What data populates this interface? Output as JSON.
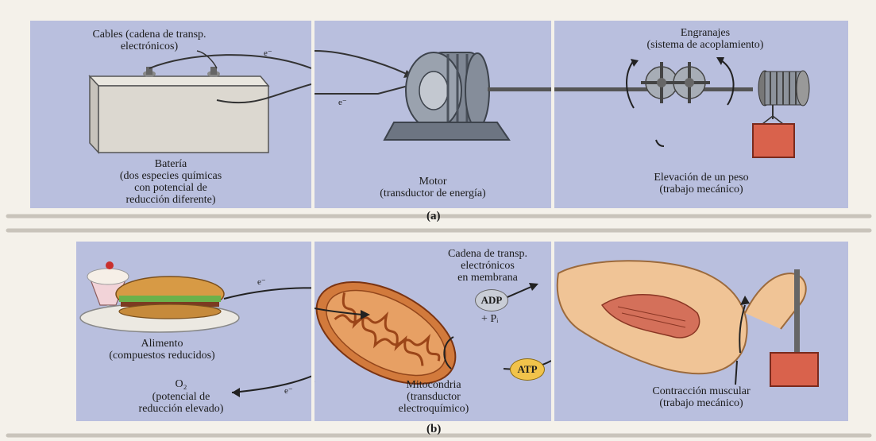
{
  "panel_a": {
    "caption": "(a)",
    "battery": {
      "cables_line1": "Cables (cadena de transp.",
      "cables_line2": "electrónicos)",
      "label_line1": "Batería",
      "label_line2": "(dos especies químicas",
      "label_line3": "con potencial de",
      "label_line4": "reducción diferente)"
    },
    "motor": {
      "label_line1": "Motor",
      "label_line2": "(transductor de energía)"
    },
    "gears": {
      "title_line1": "Engranajes",
      "title_line2": "(sistema de acoplamiento)",
      "label_line1": "Elevación de un peso",
      "label_line2": "(trabajo mecánico)"
    },
    "electron_top": "e⁻",
    "electron_bottom": "e⁻"
  },
  "panel_b": {
    "caption": "(b)",
    "food": {
      "label_line1": "Alimento",
      "label_line2": "(compuestos reducidos)",
      "o2_line1": "O₂",
      "o2_line2": "(potencial de",
      "o2_line3": "reducción elevado)"
    },
    "mito": {
      "title_line1": "Cadena de transp.",
      "title_line2": "electrónicos",
      "title_line3": "en membrana",
      "adp": "ADP",
      "pi": "+ Pᵢ",
      "atp": "ATP",
      "label_line1": "Mitocondria",
      "label_line2": "(transductor",
      "label_line3": "electroquímico)"
    },
    "muscle": {
      "label_line1": "Contracción muscular",
      "label_line2": "(trabajo mecánico)"
    },
    "electron_top": "e⁻",
    "electron_bottom": "e⁻"
  }
}
